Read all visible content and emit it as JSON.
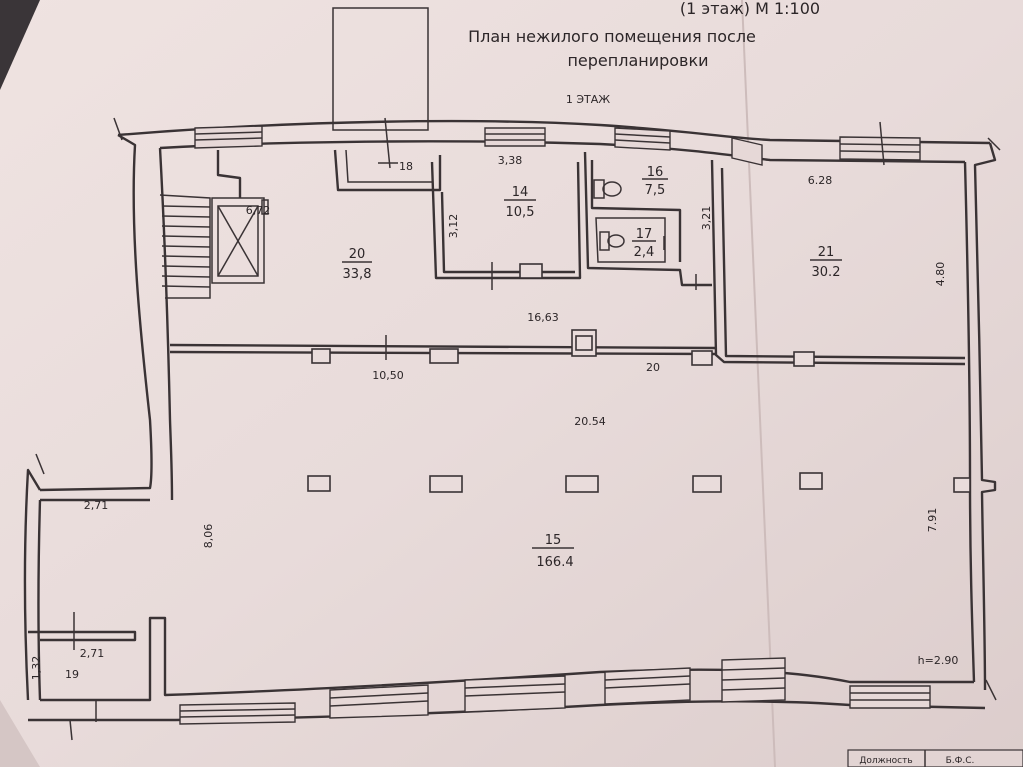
{
  "header": {
    "title_partial": "(1 этаж) М 1:100",
    "title_line1": "План нежилого помещения после",
    "title_line2": "перепланировки",
    "floor_label": "1 ЭТАЖ"
  },
  "rooms": [
    {
      "number": "20",
      "area": "33,8"
    },
    {
      "number": "14",
      "area": "10,5"
    },
    {
      "number": "16",
      "area": "7,5"
    },
    {
      "number": "17",
      "area": "2,4"
    },
    {
      "number": "21",
      "area": "30.2"
    },
    {
      "number": "15",
      "area": "166.4"
    },
    {
      "number": "19"
    },
    {
      "number": "18"
    }
  ],
  "dimensions": {
    "d_338": "3,38",
    "d_672": "6,72",
    "d_312": "3,12",
    "d_321": "3,21",
    "d_628": "6.28",
    "d_480": "4.80",
    "d_1663": "16,63",
    "d_1050": "10,50",
    "d_20": "20",
    "d_2054": "20.54",
    "d_271a": "2,71",
    "d_806": "8,06",
    "d_791": "7.91",
    "d_271b": "2,71",
    "d_132": "1,32",
    "height": "h=2.90"
  },
  "stamp": {
    "field1": "Должность",
    "field2": "Б.Ф.С."
  },
  "colors": {
    "paper": "#e9dcdb",
    "ink": "#2c2628",
    "background": "#3a3538"
  }
}
